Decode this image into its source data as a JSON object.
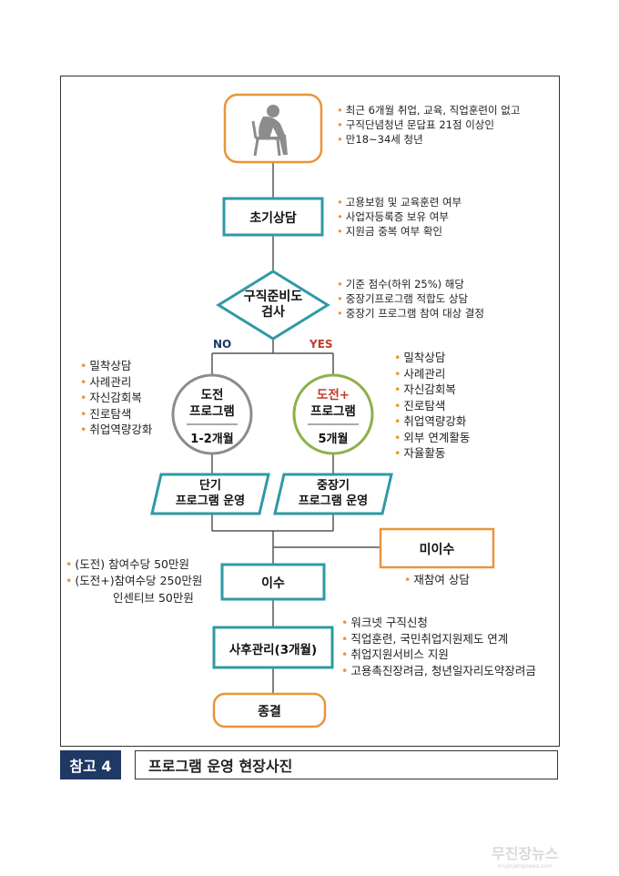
{
  "start": {
    "bullets": [
      "최근 6개월 취업, 교육, 직업훈련이 없고",
      "구직단념청년 문답표 21점 이상인",
      "만18~34세 청년"
    ]
  },
  "initial": {
    "label": "초기상담",
    "bullets": [
      "고용보험 및 교육훈련 여부",
      "사업자등록증 보유 여부",
      "지원금 중복 여부 확인"
    ]
  },
  "check": {
    "label_line1": "구직준비도",
    "label_line2": "검사",
    "bullets": [
      "기준 점수(하위 25%) 해당",
      "중장기프로그램 적합도 상담",
      "중장기 프로그램 참여 대상 결정"
    ],
    "no": "NO",
    "yes": "YES"
  },
  "challenge": {
    "title1": "도전",
    "title2": "프로그램",
    "duration": "1-2개월",
    "bullets": [
      "밀착상담",
      "사례관리",
      "자신감회복",
      "진로탐색",
      "취업역량강화"
    ]
  },
  "challenge_plus": {
    "title1": "도전+",
    "title2": "프로그램",
    "duration": "5개월",
    "bullets": [
      "밀착상담",
      "사례관리",
      "자신감회복",
      "진로탐색",
      "취업역량강화",
      "외부 연계활동",
      "자율활동"
    ]
  },
  "short_prog": {
    "line1": "단기",
    "line2": "프로그램 운영"
  },
  "long_prog": {
    "line1": "중장기",
    "line2": "프로그램 운영"
  },
  "incomplete": {
    "label": "미이수",
    "bullets": [
      "재참여 상담"
    ]
  },
  "complete": {
    "label": "이수",
    "bullets": [
      "(도전)  참여수당 50만원",
      "(도전+)참여수당 250만원"
    ],
    "extra": "인센티브 50만원"
  },
  "after": {
    "label": "사후관리(3개월)",
    "bullets": [
      "워크넷 구직신청",
      "직업훈련, 국민취업지원제도 연계",
      "취업지원서비스 지원",
      "고용촉진장려금, 청년일자리도약장려금"
    ]
  },
  "end": {
    "label": "종결"
  },
  "reference": {
    "number": "참고 4",
    "title": "프로그램 운영 현장사진"
  },
  "watermark": {
    "text": "무진장뉴스",
    "sub": "mujinjangnews.com"
  },
  "colors": {
    "teal": "#2e9aa6",
    "orange": "#e8953a",
    "green": "#8db04a",
    "gray": "#8c8c8c",
    "navy": "#1f3864",
    "red": "#c0392b"
  }
}
